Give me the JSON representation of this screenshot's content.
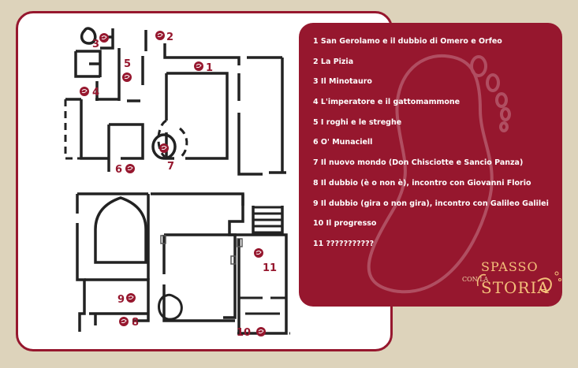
{
  "legend": {
    "items": [
      "1 San Gerolamo e il dubbio di Omero e Orfeo",
      "2 La Pizia",
      "3 Il Minotauro",
      "4 L'imperatore e il gattomammone",
      "5 I roghi e le streghe",
      "6 O' Munaciell",
      "7 Il nuovo mondo (Don Chisciotte e Sancio Panza)",
      "8 Il dubbio (è o non è), incontro con Giovanni Florio",
      "9 Il dubbio (gira o non gira), incontro con Galileo Galilei",
      "10 Il progresso",
      "11 ???????????"
    ]
  },
  "map": {
    "markers": [
      "1",
      "2",
      "3",
      "4",
      "5",
      "6",
      "7",
      "8",
      "9",
      "10",
      "11"
    ]
  },
  "logo": {
    "line1": "SPASSO",
    "line2": "CON LA",
    "line3": "STORIA"
  },
  "colors": {
    "brand": "#96172e",
    "background": "#ddd3bb",
    "card": "#ffffff"
  }
}
